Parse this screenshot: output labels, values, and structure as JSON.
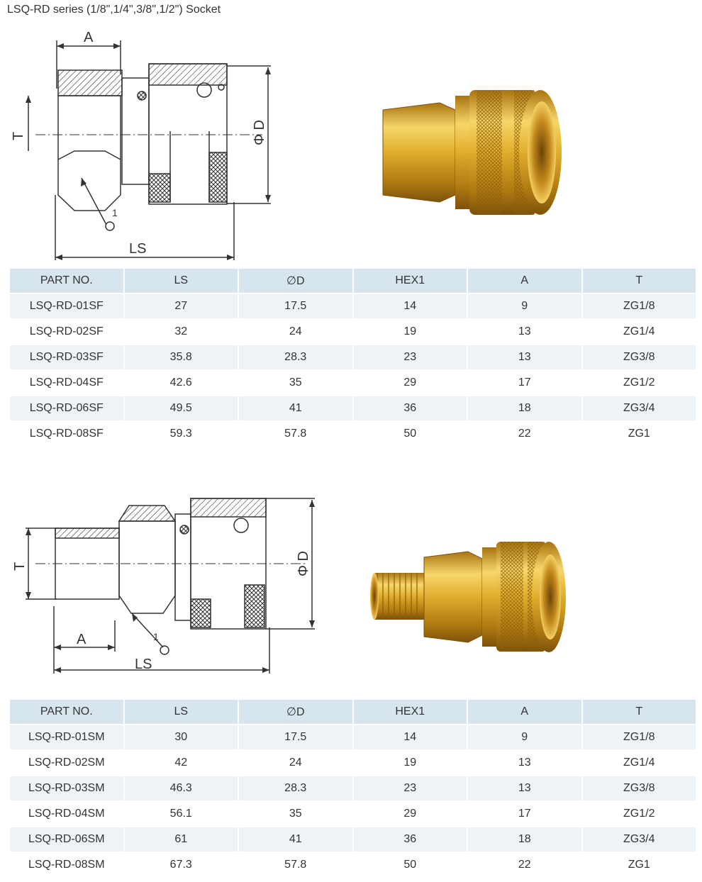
{
  "title": "LSQ-RD series (1/8\",1/4\",3/8\",1/2\") Socket",
  "columns": [
    "PART NO.",
    "LS",
    "∅D",
    "HEX1",
    "A",
    "T"
  ],
  "drawing_labels": {
    "a": "A",
    "t": "T",
    "d": "Φ D",
    "ls": "LS",
    "hex": "1"
  },
  "table1": {
    "rows": [
      [
        "LSQ-RD-01SF",
        "27",
        "17.5",
        "14",
        "9",
        "ZG1/8"
      ],
      [
        "LSQ-RD-02SF",
        "32",
        "24",
        "19",
        "13",
        "ZG1/4"
      ],
      [
        "LSQ-RD-03SF",
        "35.8",
        "28.3",
        "23",
        "13",
        "ZG3/8"
      ],
      [
        "LSQ-RD-04SF",
        "42.6",
        "35",
        "29",
        "17",
        "ZG1/2"
      ],
      [
        "LSQ-RD-06SF",
        "49.5",
        "41",
        "36",
        "18",
        "ZG3/4"
      ],
      [
        "LSQ-RD-08SF",
        "59.3",
        "57.8",
        "50",
        "22",
        "ZG1"
      ]
    ]
  },
  "table2": {
    "rows": [
      [
        "LSQ-RD-01SM",
        "30",
        "17.5",
        "14",
        "9",
        "ZG1/8"
      ],
      [
        "LSQ-RD-02SM",
        "42",
        "24",
        "19",
        "13",
        "ZG1/4"
      ],
      [
        "LSQ-RD-03SM",
        "46.3",
        "28.3",
        "23",
        "13",
        "ZG3/8"
      ],
      [
        "LSQ-RD-04SM",
        "56.1",
        "35",
        "29",
        "17",
        "ZG1/2"
      ],
      [
        "LSQ-RD-06SM",
        "61",
        "41",
        "36",
        "18",
        "ZG3/4"
      ],
      [
        "LSQ-RD-08SM",
        "67.3",
        "57.8",
        "50",
        "22",
        "ZG1"
      ]
    ]
  },
  "colors": {
    "header_bg": "#d7e5ef",
    "row_alt_bg": "#eef3f7",
    "brass": "#d8a622"
  }
}
